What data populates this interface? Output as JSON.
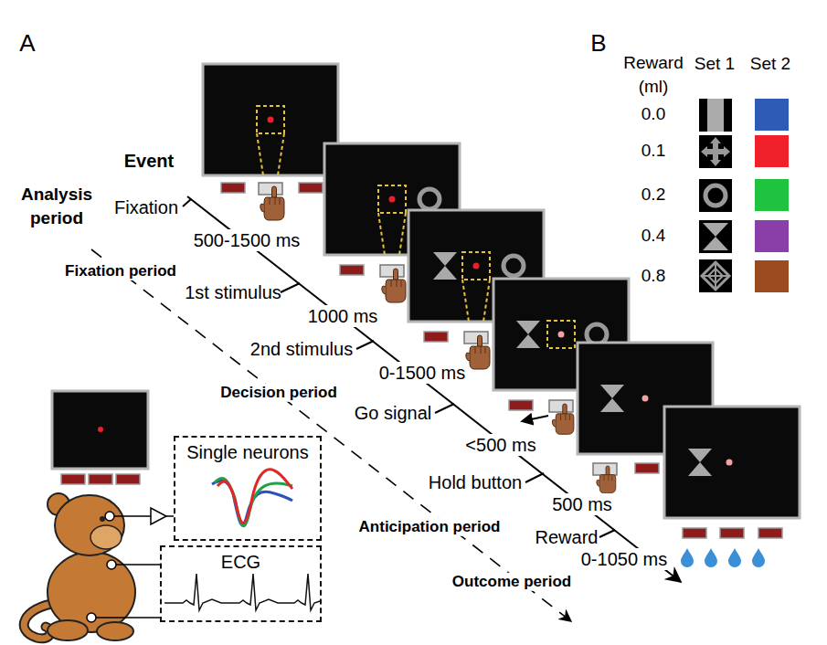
{
  "diagram": {
    "nodes": [
      {
        "text": [
          "Single neurons"
        ]
      },
      {
        "text": [
          "ECG"
        ]
      }
    ],
    "labels": [
      "A",
      "Event",
      "Analysis period",
      "Fixation",
      "500-1500 ms",
      "Fixation period",
      "1st stimulus",
      "1000 ms",
      "2nd stimulus",
      "0-1500 ms",
      "Decision period",
      "Go signal",
      "<500 ms",
      "Hold button",
      "Anticipation period",
      "500 ms",
      "Reward",
      "0-1050 ms",
      "Outcome period",
      "B",
      "Reward (ml)",
      "Set 1",
      "Set 2"
    ],
    "legend": [
      {
        "text": "0.0",
        "color": "#2e5bb5"
      },
      {
        "text": "0.1",
        "color": "#f0202a"
      },
      {
        "text": "0.2",
        "color": "#1fc33f"
      },
      {
        "text": "0.4",
        "color": "#8a3fa8"
      },
      {
        "text": "0.8",
        "color": "#9c4a1f"
      }
    ]
  }
}
